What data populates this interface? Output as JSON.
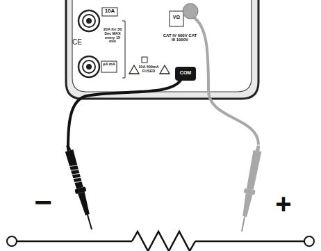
{
  "diagram": {
    "labels": [
      "10A",
      "CE",
      "20A for 30 Sec MAX every 15 min",
      "µA mA",
      "10A 500mA FUSED",
      "COM",
      "VΩ",
      "CAT IV 600V CAT III 1000V",
      "−",
      "+"
    ]
  }
}
